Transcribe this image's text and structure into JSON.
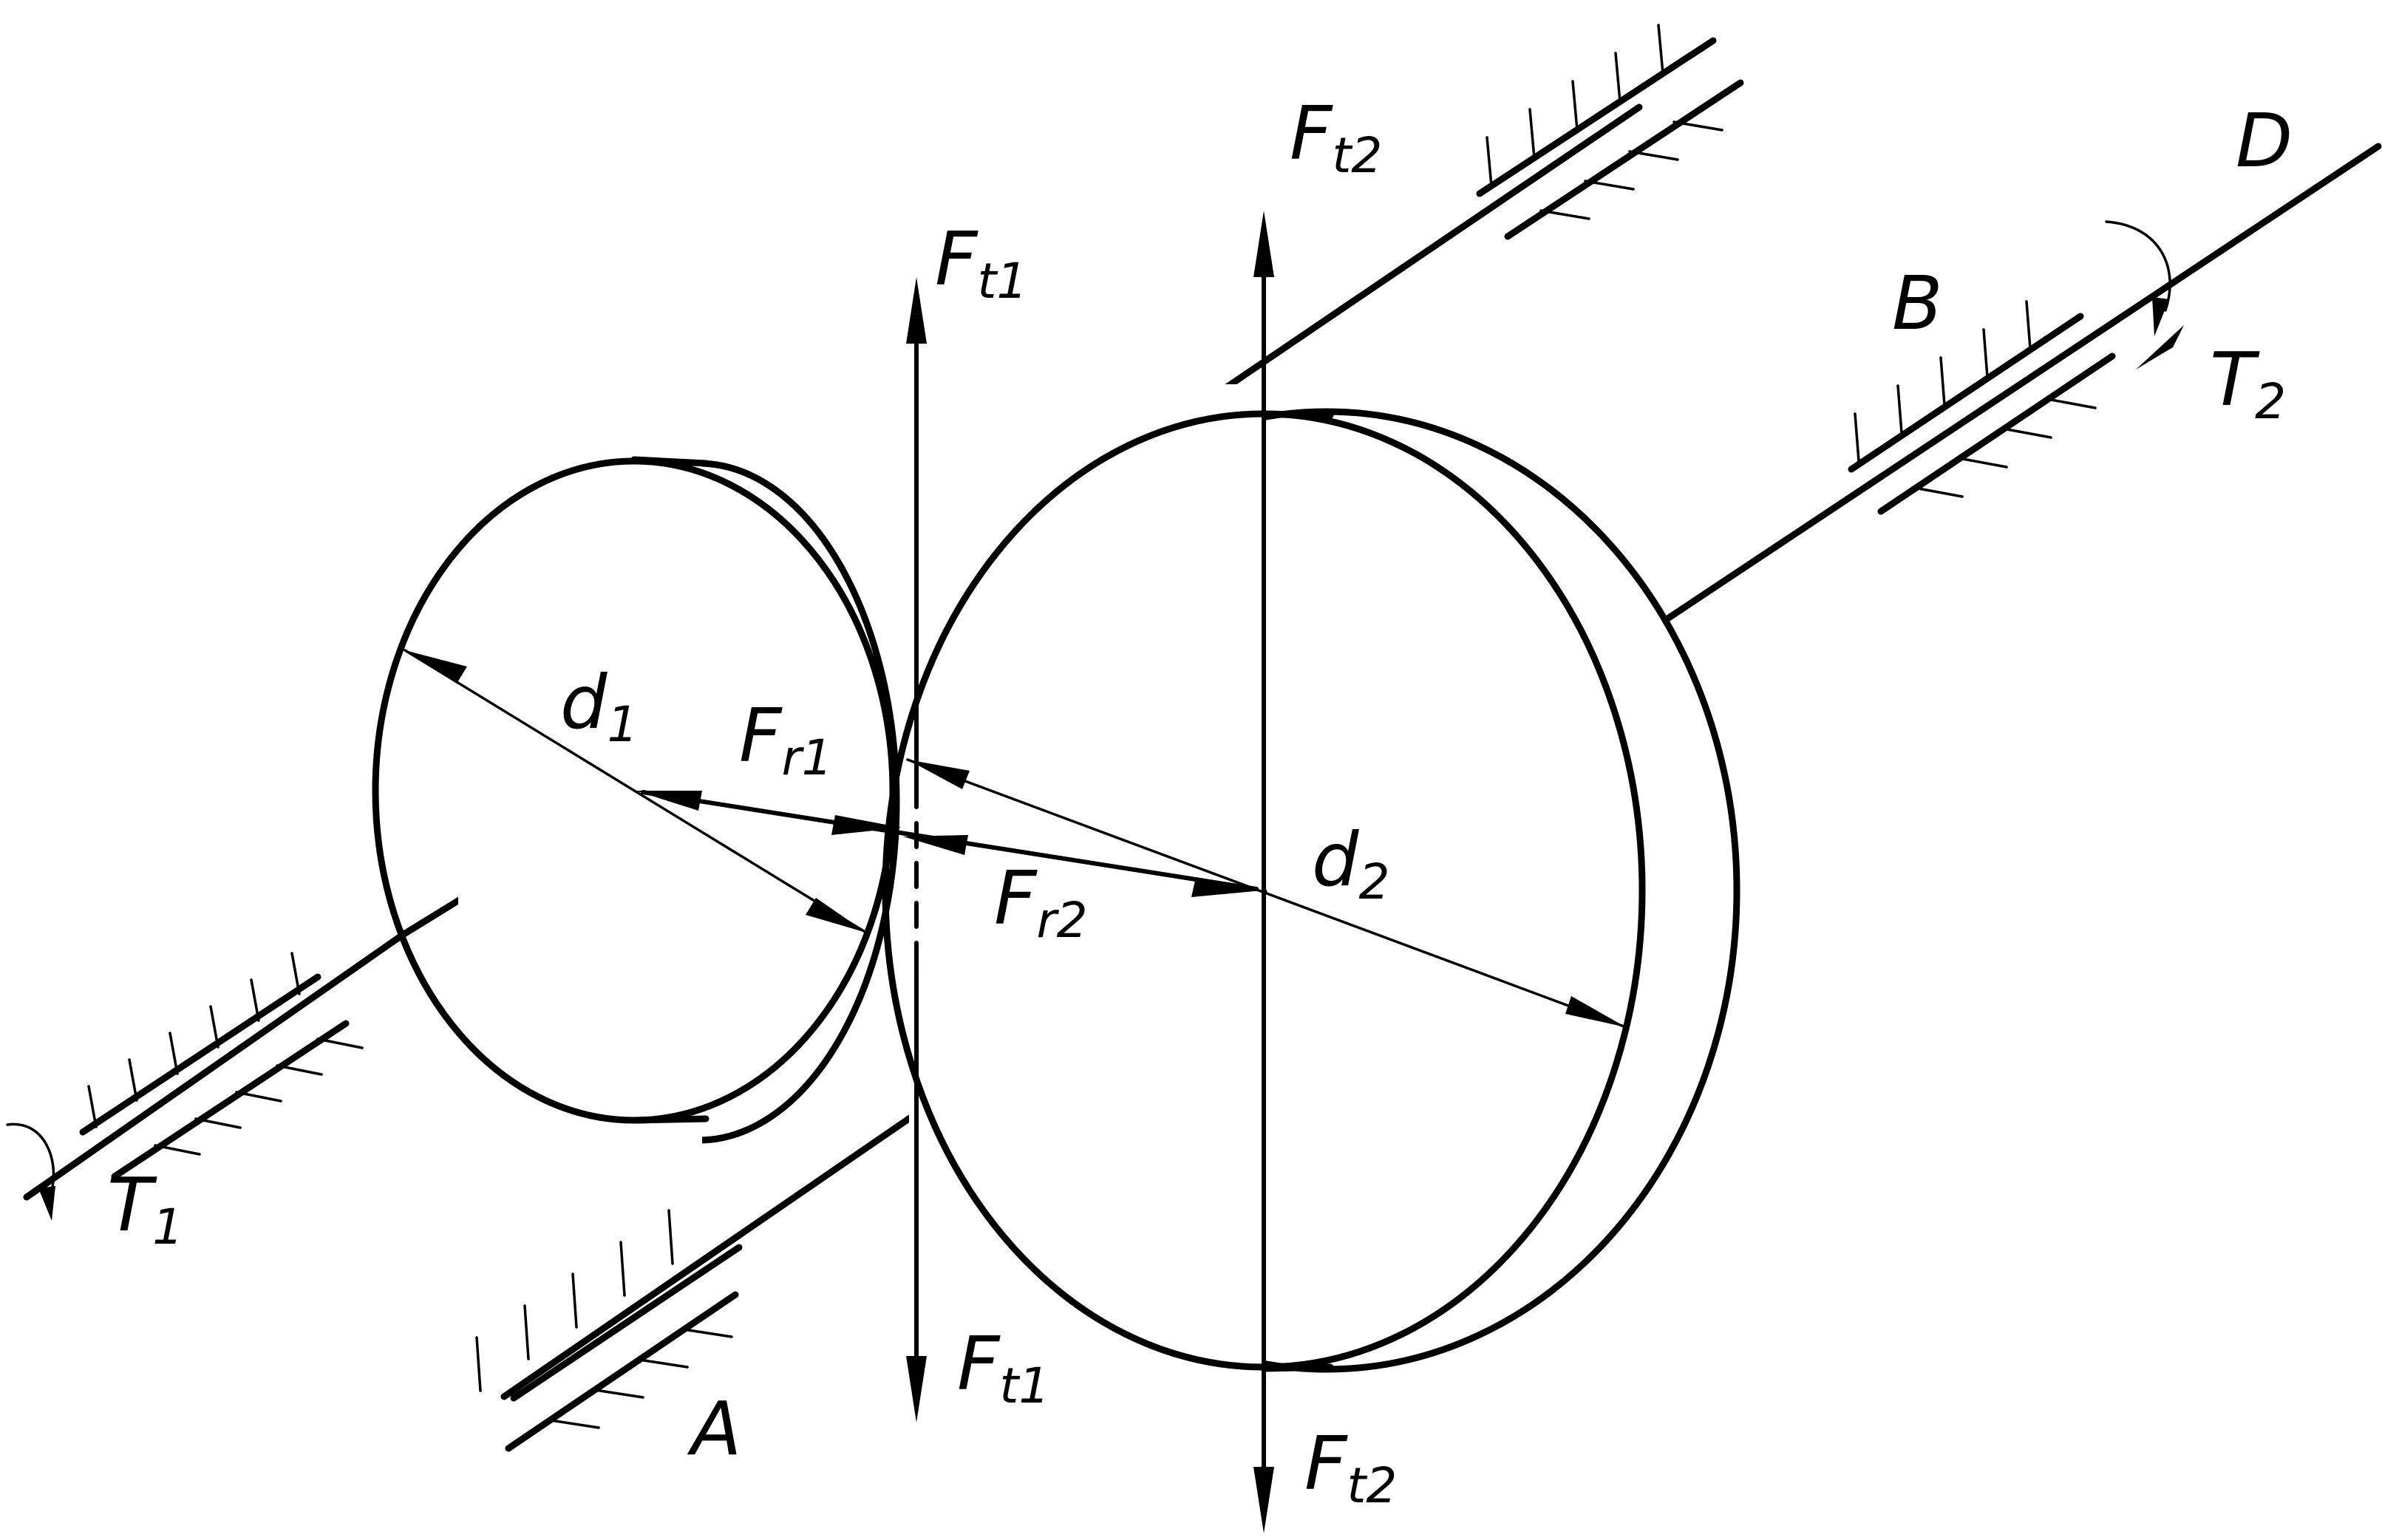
{
  "diagram": {
    "labels": {
      "ft1_top": {
        "main": "F",
        "sub": "t1"
      },
      "ft1_bottom": {
        "main": "F",
        "sub": "t1"
      },
      "ft2_top": {
        "main": "F",
        "sub": "t2"
      },
      "ft2_bottom": {
        "main": "F",
        "sub": "t2"
      },
      "fr1": {
        "main": "F",
        "sub": "r1"
      },
      "fr2": {
        "main": "F",
        "sub": "r2"
      },
      "d1": {
        "main": "d",
        "sub": "1"
      },
      "d2": {
        "main": "d",
        "sub": "2"
      },
      "t1": {
        "main": "T",
        "sub": "1"
      },
      "t2": {
        "main": "T",
        "sub": "2"
      },
      "bearing_a": "A",
      "bearing_b": "B",
      "point_d": "D"
    }
  }
}
